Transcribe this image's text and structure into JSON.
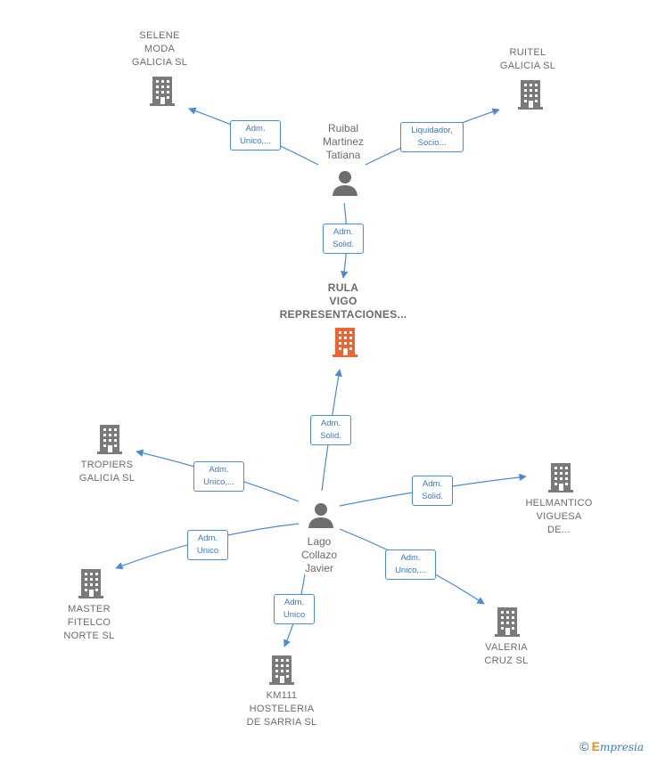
{
  "colors": {
    "edge": "#4a8ad6",
    "company": "#7a7a7a",
    "focus": "#f0622e",
    "person": "#6e6e6e"
  },
  "nodes": {
    "selene": "SELENE\nMODA\nGALICIA  SL",
    "ruitel": "RUITEL\nGALICIA  SL",
    "ruibal": "Ruibal\nMartinez\nTatiana",
    "rula": "RULA\nVIGO\nREPRESENTACIONES...",
    "tropiers": "TROPIERS\nGALICIA  SL",
    "helmantico": "HELMANTICO\nVIGUESA\nDE...",
    "lago": "Lago\nCollazo\nJavier",
    "master": "MASTER\nFITELCO\nNORTE  SL",
    "km111": "KM111\nHOSTELERIA\nDE SARRIA  SL",
    "valeria": "VALERIA\nCRUZ  SL"
  },
  "edges": {
    "ruibal_selene": [
      "Adm.",
      "Unico,..."
    ],
    "ruibal_ruitel": [
      "Liquidador,",
      "Socio..."
    ],
    "ruibal_rula": [
      "Adm.",
      "Solid."
    ],
    "lago_rula": [
      "Adm.",
      "Solid."
    ],
    "lago_tropiers": [
      "Adm.",
      "Unico,..."
    ],
    "lago_helmantico": [
      "Adm.",
      "Solid."
    ],
    "lago_master": [
      "Adm.",
      "Unico"
    ],
    "lago_km111": [
      "Adm.",
      "Unico"
    ],
    "lago_valeria": [
      "Adm.",
      "Unico,..."
    ]
  },
  "footer": {
    "copyright": "©",
    "brand_initial": "E",
    "brand_rest": "mpresia"
  }
}
